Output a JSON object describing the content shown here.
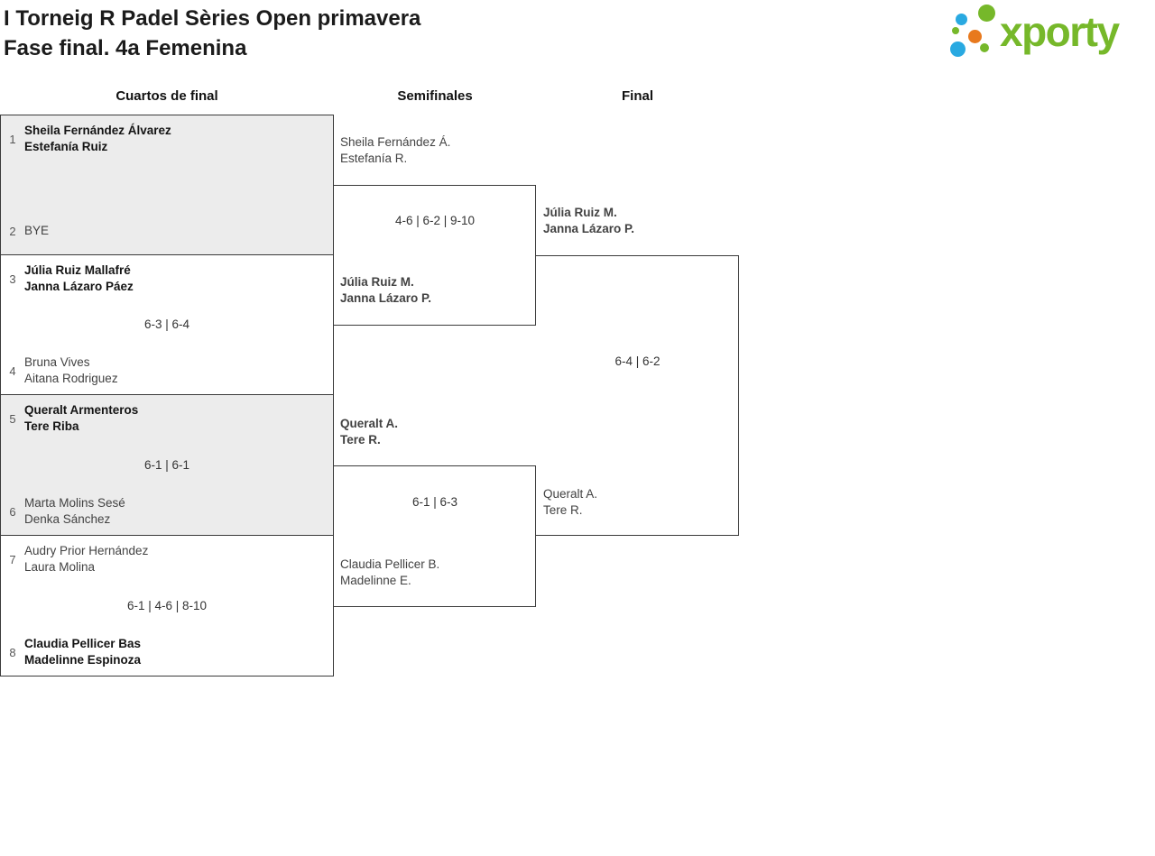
{
  "header": {
    "title_line1": "I Torneig R Padel Sèries Open primavera",
    "title_line2": "Fase final. 4a Femenina",
    "logo_text": "xporty"
  },
  "rounds": {
    "quarterfinals": "Cuartos de final",
    "semifinals": "Semifinales",
    "final": "Final"
  },
  "qf": [
    {
      "top_seed": "1",
      "top_team_line1": "Sheila Fernández Álvarez",
      "top_team_line2": "Estefanía Ruiz",
      "top_winner": true,
      "score": "",
      "bottom_seed": "2",
      "bottom_team_line1": "BYE",
      "bottom_team_line2": "",
      "bottom_winner": false
    },
    {
      "top_seed": "3",
      "top_team_line1": "Júlia Ruiz Mallafré",
      "top_team_line2": "Janna Lázaro Páez",
      "top_winner": true,
      "score": "6-3 | 6-4",
      "bottom_seed": "4",
      "bottom_team_line1": "Bruna Vives",
      "bottom_team_line2": "Aitana Rodriguez",
      "bottom_winner": false
    },
    {
      "top_seed": "5",
      "top_team_line1": "Queralt Armenteros",
      "top_team_line2": "Tere Riba",
      "top_winner": true,
      "score": "6-1 | 6-1",
      "bottom_seed": "6",
      "bottom_team_line1": "Marta Molins Sesé",
      "bottom_team_line2": "Denka Sánchez",
      "bottom_winner": false
    },
    {
      "top_seed": "7",
      "top_team_line1": "Audry Prior Hernández",
      "top_team_line2": "Laura Molina",
      "top_winner": false,
      "score": "6-1 | 4-6 | 8-10",
      "bottom_seed": "8",
      "bottom_team_line1": "Claudia Pellicer Bas",
      "bottom_team_line2": "Madelinne Espinoza",
      "bottom_winner": true
    }
  ],
  "sf": [
    {
      "top_team_line1": "Sheila Fernández Á.",
      "top_team_line2": "Estefanía R.",
      "top_winner": false,
      "score": "4-6 | 6-2 | 9-10",
      "bottom_team_line1": "Júlia Ruiz M.",
      "bottom_team_line2": "Janna Lázaro P.",
      "bottom_winner": true
    },
    {
      "top_team_line1": "Queralt A.",
      "top_team_line2": "Tere R.",
      "top_winner": true,
      "score": "6-1 | 6-3",
      "bottom_team_line1": "Claudia Pellicer B.",
      "bottom_team_line2": "Madelinne E.",
      "bottom_winner": false
    }
  ],
  "final_match": {
    "top_team_line1": "Júlia Ruiz M.",
    "top_team_line2": "Janna Lázaro P.",
    "top_winner": true,
    "score": "6-4 | 6-2",
    "bottom_team_line1": "Queralt A.",
    "bottom_team_line2": "Tere R.",
    "bottom_winner": false
  },
  "colors": {
    "brand_green": "#76b82a",
    "brand_blue": "#29a9e1",
    "brand_orange": "#e8791d",
    "box_fill_alt": "#ececec",
    "line": "#3a3a3a"
  }
}
